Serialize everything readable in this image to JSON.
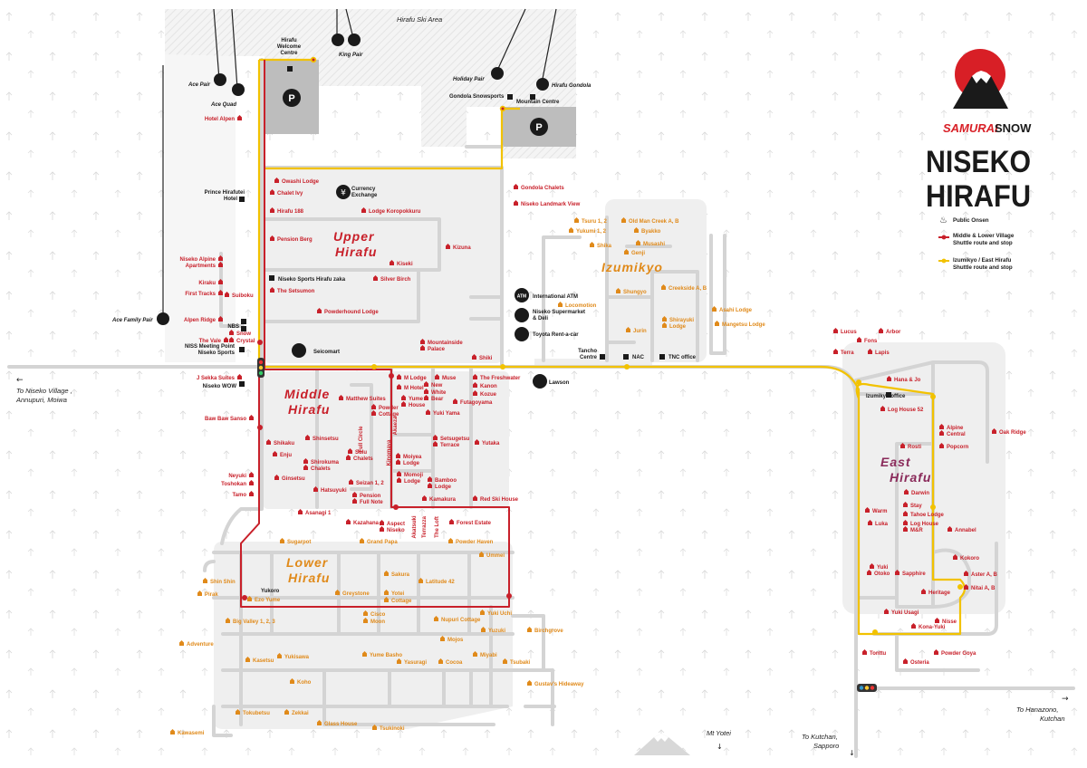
{
  "brand": {
    "samurai": "SAMURAI",
    "snow": "SNOW",
    "title_line1": "NISEKO",
    "title_line2": "HIRAFU"
  },
  "legend": {
    "onsen": "Public Onsen",
    "middle_lower_1": "Middle & Lower Village",
    "middle_lower_2": "Shuttle route and stop",
    "izumikyo_1": "Izumikyo / East Hirafu",
    "izumikyo_2": "Shuttle route and stop"
  },
  "colors": {
    "red_route": "#c8202a",
    "yellow_route": "#f2c200",
    "orange": "#e08a1a",
    "road": "#d4d4d4",
    "block": "#efefef"
  },
  "districts": {
    "upper": [
      "Upper",
      "Hirafu"
    ],
    "middle": [
      "Middle",
      "Hirafu"
    ],
    "lower": [
      "Lower",
      "Hirafu"
    ],
    "izumikyo": "Izumikyo",
    "east": [
      "East",
      "Hirafu"
    ]
  },
  "ski_area": "Hirafu Ski Area",
  "lifts": {
    "ace_pair": "Ace Pair",
    "ace_quad": "Ace Quad",
    "king_pair": "King Pair",
    "holiday_pair": "Holiday Pair",
    "hirafu_gondola": "Hirafu Gondola",
    "ace_family_pair": "Ace Family Pair"
  },
  "directions": {
    "niseko1": "To Niseko Village ,",
    "niseko2": "Annupuri, Moiwa",
    "hanazono1": "To Hanazono,",
    "hanazono2": "Kutchan",
    "kutchan1": "To Kutchan,",
    "kutchan2": "Sapporo",
    "yotei": "Mt Yotei"
  },
  "black_labels": [
    "Hirafu",
    "Welcome",
    "Centre",
    "Gondola Snowsports",
    "Mountain Centre",
    "Currency",
    "Exchange",
    "Prince Hirafutei",
    "Hotel",
    "Niseko Sports Hirafu zaka",
    "NBS",
    "NISS Meeting Point",
    "Niseko Sports",
    "Seicomart",
    "International ATM",
    "Niseko Supermarket",
    "& Deli",
    "Toyota Rent-a-car",
    "Tancho",
    "Centre",
    "NAC",
    "TNC office",
    "Lawson",
    "Niseko WOW",
    "Yukoro",
    "Izumikyo office"
  ],
  "red_labels": [
    "Hotel Alpen",
    "Owashi Lodge",
    "Chalet Ivy",
    "Hirafu 188",
    "Lodge Koropokkuru",
    "Pension Berg",
    "Kizuna",
    "Kiseki",
    "Niseko Alpine",
    "Apartments",
    "Kiraku",
    "First Tracks",
    "Silver Birch",
    "The Setsumon",
    "Suiboku",
    "Powderhound Lodge",
    "Alpen Ridge",
    "The Vale",
    "Snow",
    "Crystal",
    "Mountainside",
    "Palace",
    "Shiki",
    "Gondola Chalets",
    "Niseko Landmark View",
    "J Sekka Suites",
    "Baw Baw Sanso",
    "Shikaku",
    "Enju",
    "Ginsetsu",
    "Neyuki",
    "Toshokan",
    "Tamo",
    "Matthew Suites",
    "Shinsetsu",
    "Shirokuma",
    "Chalets",
    "Hatsuyuki",
    "Asanagi 1",
    "Full Circle",
    "Sulu",
    "Chalets",
    "Seizan 1, 2",
    "Pension",
    "Full Note",
    "Kazahana",
    "M Lodge",
    "M Hotel",
    "Yume",
    "House",
    "Powder",
    "Cottage",
    "Akaeza",
    "Kinomaya",
    "Muse",
    "New",
    "White",
    "Bear",
    "The Freshwater",
    "Kanon",
    "Kozue",
    "Futagoyama",
    "Yuki Yama",
    "Setsugetsu",
    "Terrace",
    "Yutaka",
    "Moiyea",
    "Lodge",
    "Momoji",
    "Lodge",
    "Bamboo",
    "Lodge",
    "Kamakura",
    "Red Ski House",
    "Aspect",
    "Niseko",
    "Akatsuki",
    "Terrazza",
    "The Loft",
    "Forest Estate",
    "Hana & Jo",
    "Log House 52",
    "Alpine",
    "Central",
    "Oak Ridge",
    "Rosti",
    "Popcorn",
    "Darwin",
    "Stay",
    "Tahoe Lodge",
    "Warm",
    "Luka",
    "Log House",
    "M&R",
    "Annabel",
    "Kokoro",
    "Yuki",
    "Otoko",
    "Sapphire",
    "Aster A, B",
    "Heritage",
    "Nitai A, B",
    "Yuki Usagi",
    "Kona-Yuki",
    "Nisse",
    "Tonttu",
    "Osteria",
    "Powder Goya",
    "Lucus",
    "Arbor",
    "Fons",
    "Terra",
    "Lapis"
  ],
  "orange_labels": [
    "Tsuru 1, 2",
    "Old Man Creek A, B",
    "Yukumi 1, 2",
    "Byakko",
    "Shika",
    "Musashi",
    "Genji",
    "Locomotion",
    "Shungyo",
    "Creekside A, B",
    "Jurin",
    "Shirayuki",
    "Lodge",
    "Asahi Lodge",
    "Mangetsu Lodge",
    "Sugarpot",
    "Grand Papa",
    "Powder Haven",
    "Ummei",
    "Shin Shin",
    "Pirak",
    "Ezo Yume",
    "Sakura",
    "Greystone",
    "Yotei",
    "Cottage",
    "Latitude 42",
    "Big Valley 1, 2, 3",
    "Cisco",
    "Moon",
    "Nupuri Cottage",
    "Yuki Uchi",
    "Yuzuki",
    "Mojos",
    "Birchgrove",
    "Adventure",
    "Kasetsu",
    "Yukisawa",
    "Yume Basho",
    "Yasuragi",
    "Cocoa",
    "Miyabi",
    "Tsubaki",
    "Koho",
    "Gustav's Hideaway",
    "Tokubetsu",
    "Zekkai",
    "Glass House",
    "Tsukinoki",
    "Kawasemi"
  ]
}
